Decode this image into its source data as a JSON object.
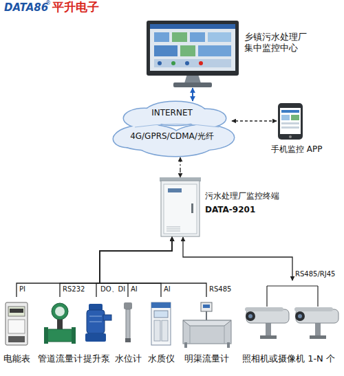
{
  "diagram": {
    "nodes": [
      {
        "text": [
          "乡镇污水处理厂 集中监控中心"
        ]
      },
      {
        "text": [
          "INTERNET",
          "4G/GPRS/CDMA/光纤"
        ]
      },
      {
        "text": [
          "手机监控 APP"
        ]
      },
      {
        "text": [
          "污水处理厂监控终端",
          "DATA-9201"
        ]
      },
      {
        "text": [
          "电能表"
        ]
      },
      {
        "text": [
          "管道流量计"
        ]
      },
      {
        "text": [
          "提升泵"
        ]
      },
      {
        "text": [
          "水位计"
        ]
      },
      {
        "text": [
          "水质仪"
        ]
      },
      {
        "text": [
          "明渠流量计"
        ]
      },
      {
        "text": [
          "照相机或摄像机 1-N 个"
        ]
      }
    ],
    "edges": [
      {
        "from": 0,
        "to": 1,
        "arrow": "both"
      },
      {
        "from": 2,
        "to": 1,
        "arrow": "both"
      },
      {
        "from": 1,
        "to": 3,
        "arrow": "both"
      },
      {
        "from": 4,
        "to": 3,
        "label": "PI",
        "arrow": "to"
      },
      {
        "from": 5,
        "to": 3,
        "label": "RS232",
        "arrow": "to"
      },
      {
        "from": 6,
        "to": 3,
        "label": "DO、DI",
        "arrow": "to"
      },
      {
        "from": 7,
        "to": 3,
        "label": "AI",
        "arrow": "to"
      },
      {
        "from": 8,
        "to": 3,
        "label": "AI",
        "arrow": "to"
      },
      {
        "from": 9,
        "to": 3,
        "label": "RS485",
        "arrow": "to"
      },
      {
        "from": 3,
        "to": 10,
        "label": "RS485/RJ45",
        "arrow": "both"
      }
    ],
    "labels": [
      "DATA86",
      "®",
      "平升电子"
    ]
  }
}
